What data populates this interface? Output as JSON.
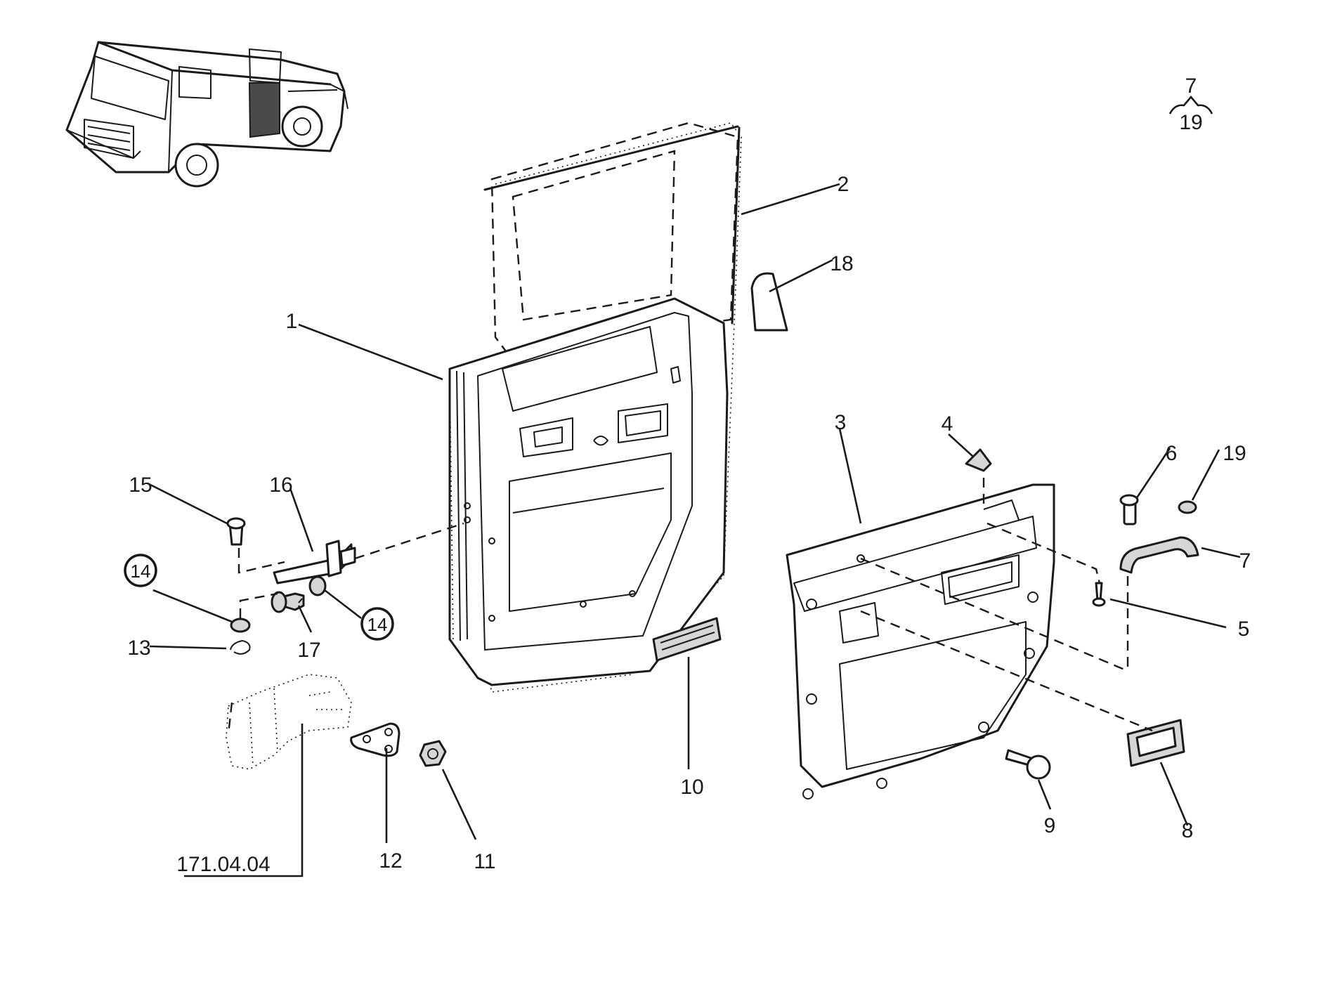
{
  "callouts": {
    "c1": "1",
    "c2": "2",
    "c3": "3",
    "c4": "4",
    "c5": "5",
    "c6": "6",
    "c7": "7",
    "c8": "8",
    "c9": "9",
    "c10": "10",
    "c11": "11",
    "c12": "12",
    "c13": "13",
    "c14a": "14",
    "c14b": "14",
    "c15": "15",
    "c16": "16",
    "c17": "17",
    "c18": "18",
    "c19": "19"
  },
  "reference": "171.04.04",
  "assembly_note": {
    "top": "7",
    "bottom": "19"
  },
  "colors": {
    "ink": "#1a1a1a",
    "paper": "#ffffff",
    "shade": "#d6d6d6"
  }
}
